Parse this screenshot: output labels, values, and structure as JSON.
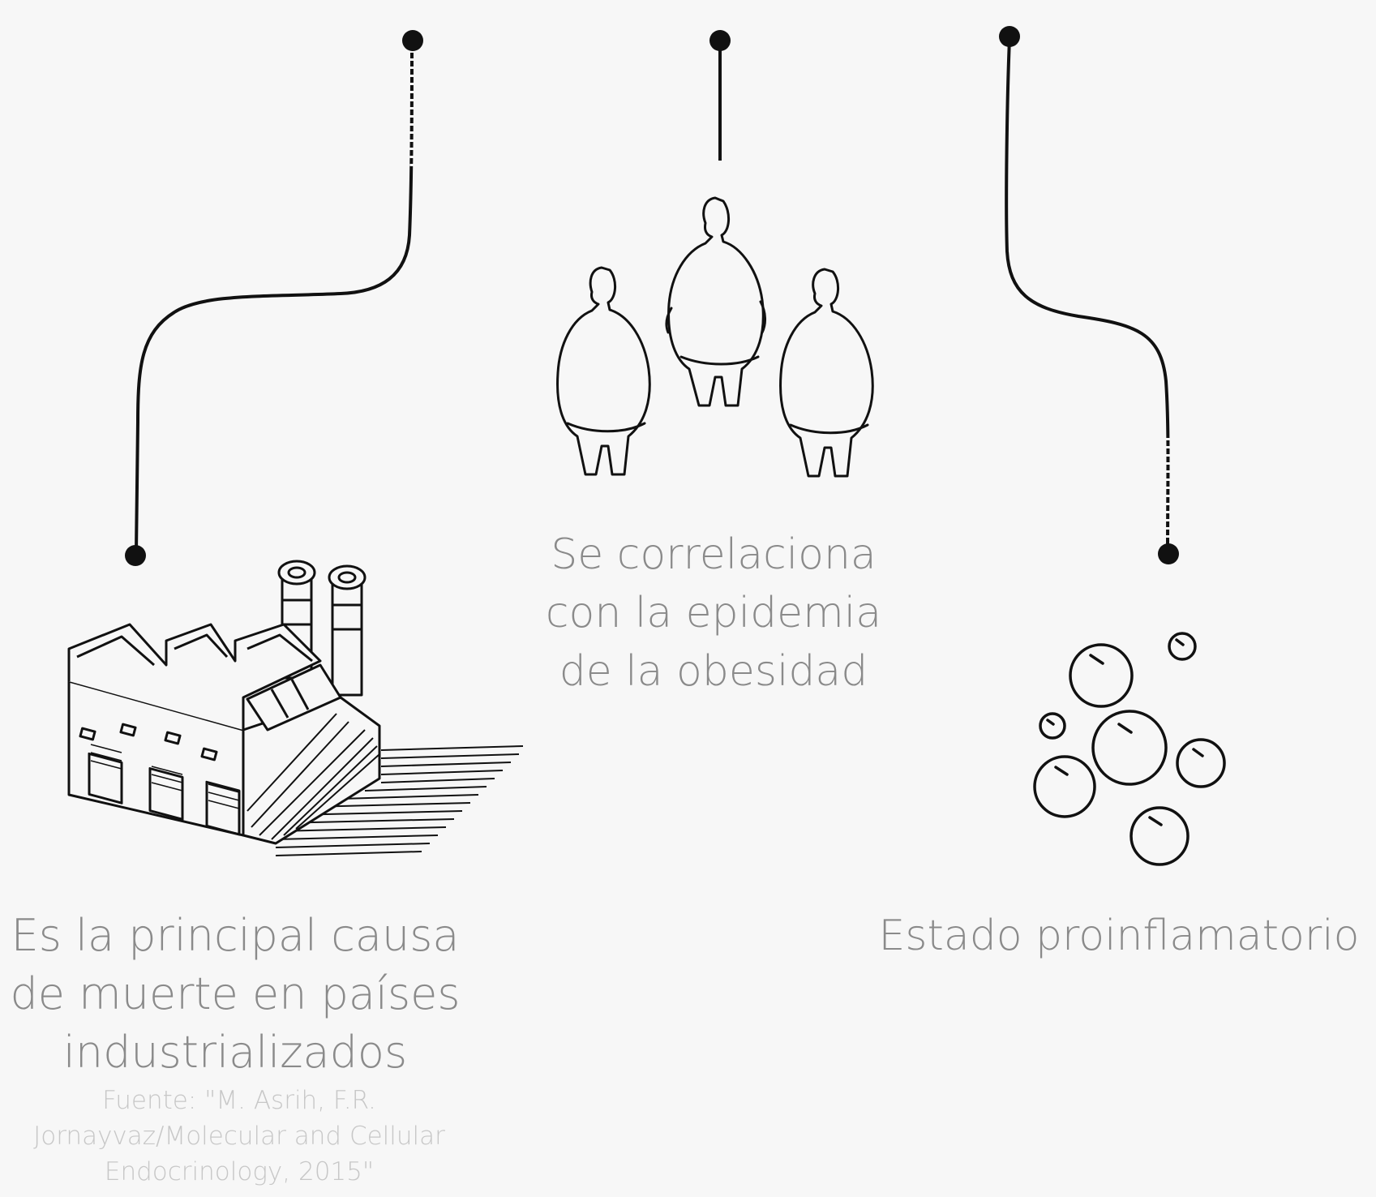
{
  "captions": {
    "left": [
      "Es la principal causa",
      "de muerte en países",
      "industrializados"
    ],
    "center": [
      "Se correlaciona",
      "con la epidemia",
      "de la obesidad"
    ],
    "right": [
      "Estado proinflamatorio"
    ]
  },
  "source": [
    "Fuente: \"M. Asrih, F.R.",
    "Jornayvaz/Molecular and Cellular",
    "Endocrinology, 2015\""
  ],
  "icons": {
    "left": "factory-icon",
    "center": "obese-people-icon",
    "right": "bubbles-icon"
  },
  "colors": {
    "background": "#f7f7f7",
    "caption": "#8a8a8a",
    "source": "#c7c7c7",
    "ink": "#111111"
  }
}
